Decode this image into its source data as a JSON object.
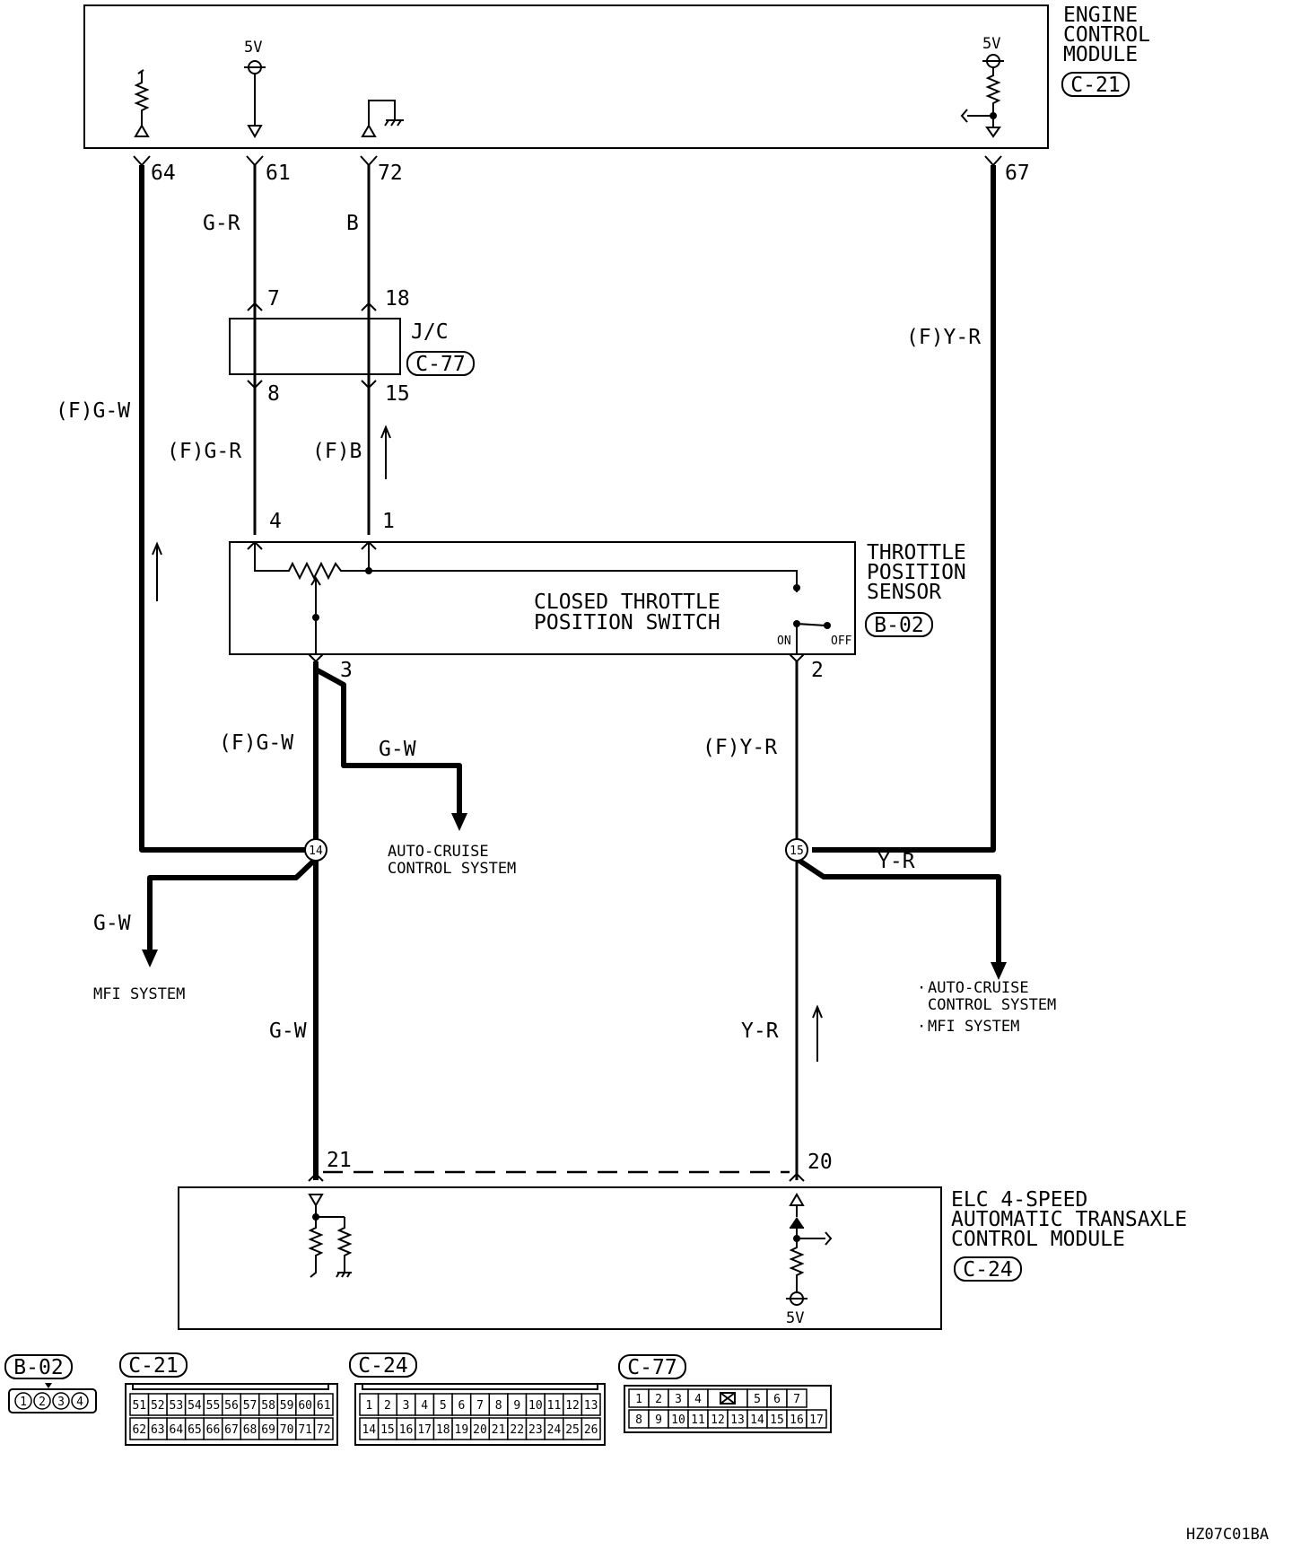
{
  "modules": {
    "ecm": {
      "name_lines": [
        "ENGINE",
        "CONTROL",
        "MODULE"
      ],
      "connector": "C-21"
    },
    "jc": {
      "name": "J/C",
      "connector": "C-77"
    },
    "tps": {
      "name_lines": [
        "THROTTLE",
        "POSITION",
        "SENSOR"
      ],
      "connector": "B-02",
      "switch_lines": [
        "CLOSED THROTTLE",
        "POSITION SWITCH"
      ],
      "switch_on": "ON",
      "switch_off": "OFF"
    },
    "tcm": {
      "name_lines": [
        "ELC 4-SPEED",
        "AUTOMATIC TRANSAXLE",
        "CONTROL MODULE"
      ],
      "connector": "C-24"
    }
  },
  "voltages": {
    "v5": "5V"
  },
  "pins": {
    "ecm_64": "64",
    "ecm_61": "61",
    "ecm_72": "72",
    "ecm_67": "67",
    "jc_7": "7",
    "jc_18": "18",
    "jc_8": "8",
    "jc_15": "15",
    "tps_4": "4",
    "tps_1": "1",
    "tps_3": "3",
    "tps_2": "2",
    "tcm_21": "21",
    "tcm_20": "20",
    "junction_14": "14",
    "junction_15": "15"
  },
  "wires": {
    "gr_top": "G-R",
    "b_top": "B",
    "fyr_right": "(F)Y-R",
    "fgw_left": "(F)G-W",
    "fgr_mid": "(F)G-R",
    "fb_mid": "(F)B",
    "fgw_mid": "(F)G-W",
    "gw_cruise": "G-W",
    "fyr_mid": "(F)Y-R",
    "gw_mfi": "G-W",
    "gw_bottom": "G-W",
    "yr_bottom": "Y-R",
    "yr_right": "Y-R"
  },
  "destinations": {
    "cruise_mid": [
      "AUTO-CRUISE",
      "CONTROL SYSTEM"
    ],
    "mfi_left": "MFI SYSTEM",
    "right_list": [
      "AUTO-CRUISE",
      "CONTROL SYSTEM",
      "MFI SYSTEM"
    ]
  },
  "connector_views": {
    "b02": {
      "label": "B-02",
      "pins": [
        "1",
        "2",
        "3",
        "4"
      ]
    },
    "c21": {
      "label": "C-21",
      "row1": [
        "51",
        "52",
        "53",
        "54",
        "55",
        "56",
        "57",
        "58",
        "59",
        "60",
        "61"
      ],
      "row2": [
        "62",
        "63",
        "64",
        "65",
        "66",
        "67",
        "68",
        "69",
        "70",
        "71",
        "72"
      ]
    },
    "c24": {
      "label": "C-24",
      "row1": [
        "1",
        "2",
        "3",
        "4",
        "5",
        "6",
        "7",
        "8",
        "9",
        "10",
        "11",
        "12",
        "13"
      ],
      "row2": [
        "14",
        "15",
        "16",
        "17",
        "18",
        "19",
        "20",
        "21",
        "22",
        "23",
        "24",
        "25",
        "26"
      ]
    },
    "c77": {
      "label": "C-77",
      "row1": [
        "1",
        "2",
        "3",
        "4",
        "",
        "5",
        "6",
        "7"
      ],
      "row2": [
        "8",
        "9",
        "10",
        "11",
        "12",
        "13",
        "14",
        "15",
        "16",
        "17"
      ]
    }
  },
  "figure_code": "HZ07C01BA"
}
